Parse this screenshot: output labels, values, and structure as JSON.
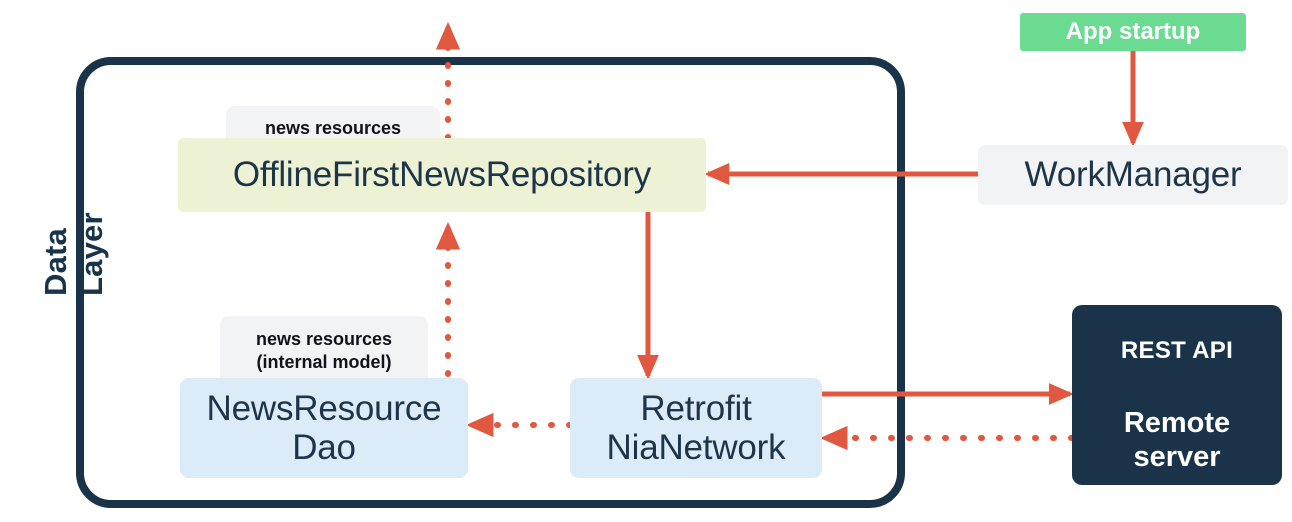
{
  "diagram": {
    "title": "Data Layer",
    "colors": {
      "accent_red": "#e0583f",
      "navy": "#1b3348",
      "cream": "#eef2d4",
      "light_blue": "#dcebf8",
      "light_gray": "#f2f3f5",
      "green": "#6bdb92"
    }
  },
  "container": {
    "label": "Data Layer"
  },
  "nodes": {
    "repository": {
      "label": "OfflineFirstNewsRepository",
      "tab_label": "news resources"
    },
    "dao": {
      "label": "NewsResource\nDao",
      "line1": "NewsResource",
      "line2": "Dao",
      "tab_line1": "news resources",
      "tab_line2": "(internal model)"
    },
    "network": {
      "line1": "Retrofit",
      "line2": "NiaNetwork"
    },
    "work_manager": {
      "label": "WorkManager"
    },
    "app_startup": {
      "label": "App startup"
    },
    "remote_server": {
      "rest_api": "REST API",
      "line1": "Remote",
      "line2": "server"
    }
  },
  "edges": [
    {
      "name": "repository-to-ui",
      "style": "dotted",
      "direction": "up"
    },
    {
      "name": "dao-to-repository",
      "style": "dotted",
      "direction": "up"
    },
    {
      "name": "repository-to-network",
      "style": "solid",
      "direction": "down"
    },
    {
      "name": "work-manager-to-repository",
      "style": "solid",
      "direction": "left"
    },
    {
      "name": "app-startup-to-work-manager",
      "style": "solid",
      "direction": "down"
    },
    {
      "name": "network-to-remote-server",
      "style": "solid",
      "direction": "right"
    },
    {
      "name": "remote-server-to-network",
      "style": "dotted",
      "direction": "left"
    },
    {
      "name": "network-to-dao",
      "style": "dotted",
      "direction": "left"
    }
  ]
}
